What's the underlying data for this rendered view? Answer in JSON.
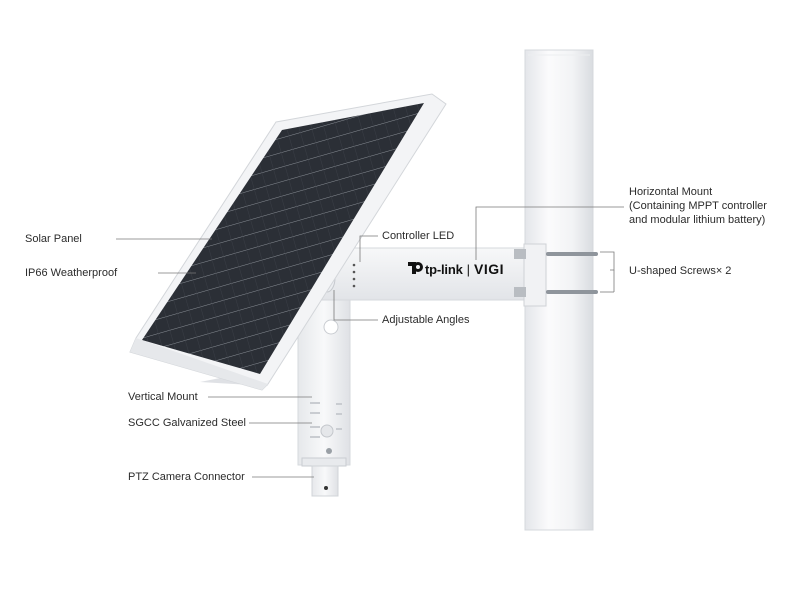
{
  "product": {
    "brand": "tp-link",
    "sub_brand": "VIGI",
    "logo_icon": "tp-link-logo-icon"
  },
  "callouts": {
    "solar_panel": "Solar Panel",
    "ip66": "IP66 Weatherproof",
    "vertical_mount": "Vertical Mount",
    "sgcc_steel": "SGCC Galvanized Steel",
    "ptz_connector": "PTZ Camera Connector",
    "controller_led": "Controller LED",
    "adjustable_angles": "Adjustable Angles",
    "horizontal_mount_line1": "Horizontal Mount",
    "horizontal_mount_line2": "(Containing MPPT controller",
    "horizontal_mount_line3": "and modular lithium battery)",
    "u_screws": "U-shaped Screws× 2"
  },
  "colors": {
    "background": "#ffffff",
    "panel_cells": "#2a2d33",
    "frame": "#f2f3f5",
    "pole": "#f4f5f7",
    "text": "#2b2b2b",
    "leader": "#7a7a7a"
  }
}
